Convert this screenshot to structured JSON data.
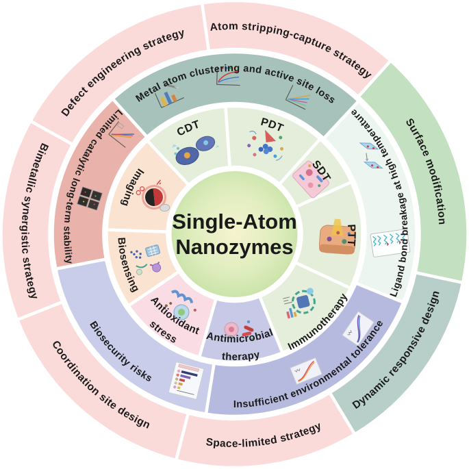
{
  "figure": {
    "title_line1": "Single-Atom",
    "title_line2": "Nanozymes",
    "title_color": "#55b33c",
    "label_color": "#1a1a1a",
    "background": "#ffffff"
  },
  "rings": {
    "outer": {
      "name": "strategies-ring",
      "r_inner": 270,
      "r_outer": 341,
      "segments": [
        {
          "id": "atom-stripping-capture-strategy",
          "label": "Atom stripping-capture strategy",
          "color": "#fbdbda",
          "start": 352,
          "end": 402,
          "text_style": "rainbow",
          "label_radius": 299,
          "font_size": 15.5
        },
        {
          "id": "surface-modification",
          "label": "Surface modification",
          "color": "#c3e0c0",
          "start": 42,
          "end": 102,
          "text_style": "rainbow",
          "label_radius": 299,
          "font_size": 15.5
        },
        {
          "id": "dynamic-responsive-design",
          "label": "Dynamic responsive design",
          "color": "#b7cfc8",
          "start": 102,
          "end": 149,
          "text_style": "smile",
          "label_radius": 311,
          "font_size": 15.5
        },
        {
          "id": "space-limited-strategy",
          "label": "Space-limited strategy",
          "color": "#fbdbda",
          "start": 149,
          "end": 194.5,
          "text_style": "smile",
          "label_radius": 311,
          "font_size": 15.5
        },
        {
          "id": "coordination-site-design",
          "label": "Coordination site design",
          "color": "#fbdbda",
          "start": 194.5,
          "end": 248.5,
          "text_style": "smile",
          "label_radius": 311,
          "font_size": 15.5
        },
        {
          "id": "bimetallic-synergistic-strategy",
          "label": "Bimetallic synergistic strategy",
          "color": "#fbdbda",
          "start": 248.5,
          "end": 299,
          "text_style": "smile",
          "label_radius": 311,
          "font_size": 15.5
        },
        {
          "id": "defect-engineering-strategy",
          "label": "Defect engineering strategy",
          "color": "#fbdbda",
          "start": 299,
          "end": 352,
          "text_style": "rainbow",
          "label_radius": 299,
          "font_size": 15.5
        }
      ]
    },
    "middle": {
      "name": "challenges-ring",
      "r_inner": 191,
      "r_outer": 266,
      "segments": [
        {
          "id": "metal-atom-clustering-and-active-site-loss",
          "label": "Metal atom clustering and active site loss",
          "color": "#a7c2ba",
          "start": 318,
          "end": 403,
          "text_style": "rainbow",
          "label_radius": 238,
          "font_size": 14.5
        },
        {
          "id": "ligand-bond-breakage-at-high-temperature",
          "label": "Ligand bond breakage at high temperature",
          "color": "#ecf5ef",
          "start": 43,
          "end": 112,
          "text_style": "smile",
          "label_radius": 253,
          "font_size": 14
        },
        {
          "id": "insufficient-environmental-tolerance",
          "label": "Insufficient environmental tolerance",
          "color": "#b7badf",
          "start": 112,
          "end": 189,
          "text_style": "smile",
          "label_radius": 253,
          "font_size": 14.5
        },
        {
          "id": "biosecurity-risks",
          "label": "Biosecurity risks",
          "color": "#c9cde9",
          "start": 189,
          "end": 259,
          "text_style": "smile",
          "label_radius": 249,
          "font_size": 14.5
        },
        {
          "id": "limited-catalytic-long-term-stability",
          "label": "Limited catalytic long-term stability",
          "color": "#e9b2ab",
          "start": 259,
          "end": 318,
          "text_style": "smile",
          "label_radius": 249,
          "font_size": 14
        }
      ]
    },
    "inner": {
      "name": "applications-ring",
      "r_inner": 98,
      "r_outer": 187,
      "segments": [
        {
          "id": "cdt",
          "label": "CDT",
          "color": "#e4eeda",
          "start": 317,
          "end": 356,
          "text_style": "rainbow",
          "label_radius": 164,
          "font_size": 16
        },
        {
          "id": "pdt",
          "label": "PDT",
          "color": "#e4eeda",
          "start": 356,
          "end": 402,
          "text_style": "rainbow",
          "label_radius": 164,
          "font_size": 16
        },
        {
          "id": "sdt",
          "label": "SDT",
          "color": "#e4eeda",
          "start": 42,
          "end": 66,
          "text_style": "rainbow",
          "label_radius": 152,
          "font_size": 16
        },
        {
          "id": "ptt",
          "label": "PTT",
          "color": "#e4eeda",
          "start": 66,
          "end": 115,
          "text_style": "rainbow",
          "label_radius": 166,
          "font_size": 16
        },
        {
          "id": "immunotherapy",
          "label": "Immunotherapy",
          "color": "#e4eeda",
          "start": 115,
          "end": 158,
          "text_style": "smile",
          "label_radius": 188,
          "font_size": 15
        },
        {
          "id": "antimicrobial-therapy",
          "label": "Antimicrobial therapy",
          "color": "#c7c9e6",
          "start": 158,
          "end": 196,
          "text_style": "smile",
          "font_size": 15,
          "lines": [
            {
              "text": "Antimicrobial",
              "radius": 158
            },
            {
              "text": "therapy",
              "radius": 184
            }
          ]
        },
        {
          "id": "antioxidant-stress",
          "label": "Antioxidant stress",
          "color": "#f9dce4",
          "start": 196,
          "end": 236,
          "text_style": "smile",
          "font_size": 15,
          "lines": [
            {
              "text": "Antioxidant",
              "radius": 156
            },
            {
              "text": "stress",
              "radius": 182
            }
          ]
        },
        {
          "id": "biosensing",
          "label": "Biosensing",
          "color": "#fae3d1",
          "start": 236,
          "end": 272,
          "text_style": "smile",
          "label_radius": 170,
          "font_size": 15
        },
        {
          "id": "imaging",
          "label": "Imaging",
          "color": "#fae3d1",
          "start": 272,
          "end": 317,
          "text_style": "smile",
          "label_radius": 170,
          "font_size": 15
        }
      ]
    }
  }
}
